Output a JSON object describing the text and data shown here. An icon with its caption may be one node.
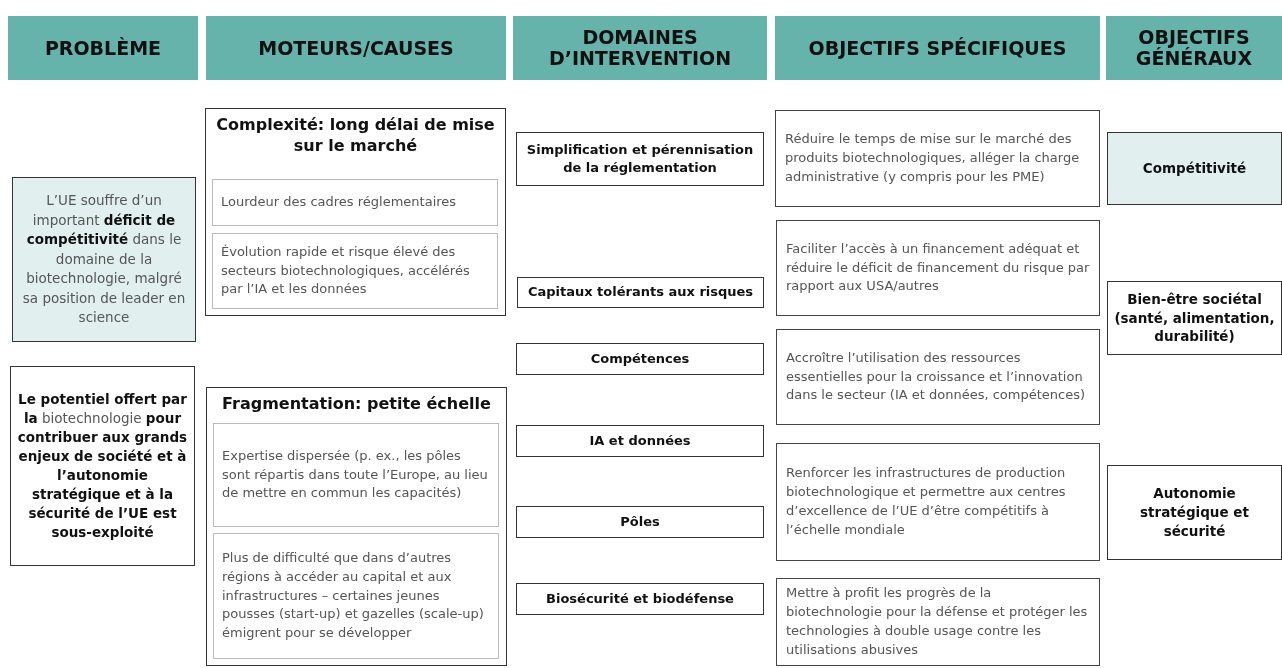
{
  "diagram": {
    "nodes": [
      {
        "text": [
          "PROBLÈME"
        ]
      },
      {
        "text": [
          "MOTEURS/CAUSES"
        ]
      },
      {
        "text": [
          "DOMAINES D’INTERVENTION"
        ]
      },
      {
        "text": [
          "OBJECTIFS SPÉCIFIQUES"
        ]
      },
      {
        "text": [
          "OBJECTIFS GÉNÉRAUX"
        ]
      },
      {
        "text": [
          "L’UE souffre d’un important **déficit de compétitivité** dans le domaine de la biotechnologie, malgré sa position de leader en science"
        ]
      },
      {
        "text": [
          "**Le potentiel offert par la** biotechnologie **pour contribuer aux grands enjeux de société et à l’autonomie stratégique et à la sécurité de l’UE est sous-exploité**"
        ]
      },
      {
        "text": [
          "Complexité: long délai de mise sur le marché"
        ]
      },
      {
        "text": [
          "Lourdeur des cadres réglementaires"
        ],
        "in": 7
      },
      {
        "text": [
          "Évolution rapide et risque élevé des secteurs biotechnologiques, accélérés par l’IA et les données"
        ],
        "in": 7
      },
      {
        "text": [
          "Fragmentation: petite échelle"
        ]
      },
      {
        "text": [
          "Expertise dispersée (p. ex., les pôles sont répartis dans toute l’Europe, au lieu de mettre en commun les capacités)"
        ],
        "in": 10
      },
      {
        "text": [
          "Plus de difficulté que dans d’autres régions à accéder au capital et aux infrastructures – certaines jeunes pousses (start-up) et gazelles (scale-up) émigrent pour se développer"
        ],
        "in": 10
      },
      {
        "text": [
          "Simplification et pérennisation de la réglementation"
        ]
      },
      {
        "text": [
          "Capitaux tolérants aux risques"
        ]
      },
      {
        "text": [
          "Compétences"
        ]
      },
      {
        "text": [
          "IA et données"
        ]
      },
      {
        "text": [
          "Pôles"
        ]
      },
      {
        "text": [
          "Biosécurité et biodéfense"
        ]
      },
      {
        "text": [
          "Réduire le temps de mise sur le marché des produits biotechnologiques, alléger la charge administrative (y compris pour les PME)"
        ]
      },
      {
        "text": [
          "Faciliter l’accès à un financement adéquat et réduire le déficit de financement du risque par rapport aux USA/autres"
        ]
      },
      {
        "text": [
          "Accroître l’utilisation des ressources essentielles pour la croissance et l’innovation dans le secteur (IA et données, compétences)"
        ]
      },
      {
        "text": [
          "Renforcer les infrastructures de production biotechnologique et permettre aux centres d’excellence de l’UE d’être compétitifs à l’échelle mondiale"
        ]
      },
      {
        "text": [
          "Mettre à profit les progrès de la biotechnologie pour la défense et protéger les technologies à double usage contre les utilisations abusives"
        ]
      },
      {
        "text": [
          "Compétitivité"
        ]
      },
      {
        "text": [
          "Bien-être sociétal (santé, alimentation, durabilité)"
        ]
      },
      {
        "text": [
          "Autonomie stratégique et sécurité"
        ]
      }
    ]
  }
}
